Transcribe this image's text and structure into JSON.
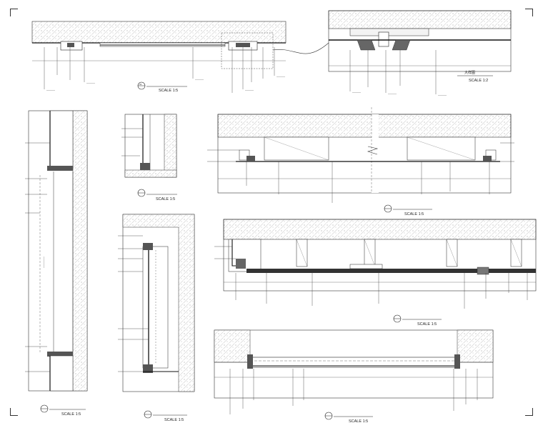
{
  "labels": {
    "s1": "SCALE 1:5",
    "s2": "SCALE 1:2",
    "s3": "SCALE 1:5",
    "s4": "SCALE 1:5",
    "s5": "SCALE 1:5",
    "s6": "SCALE 1:5",
    "s7": "SCALE 1:5",
    "s8": "SCALE 1:5"
  }
}
